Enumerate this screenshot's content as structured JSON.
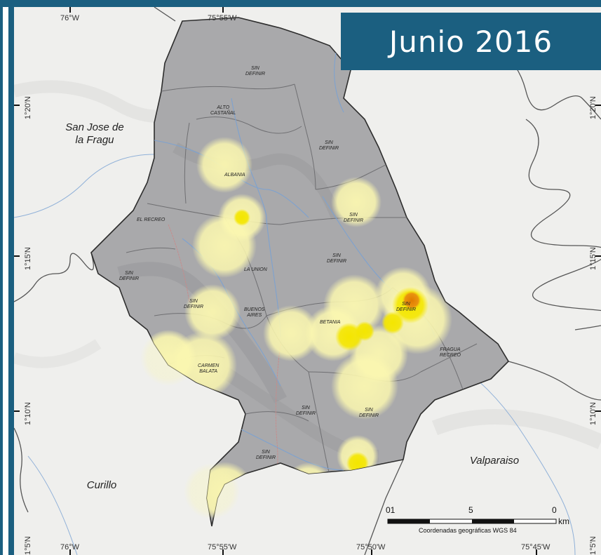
{
  "title": "Junio 2016",
  "top_coords": [
    "76°W",
    "75°55'W"
  ],
  "bottom_coords": [
    "76°W",
    "75°55'W",
    "75°50'W",
    "75°45'W"
  ],
  "left_coords": [
    "1°20'N",
    "1°15'N",
    "1°10'N",
    "1°5'N"
  ],
  "right_coords": [
    "1°20'N",
    "1°15'N",
    "1°10'N",
    "1°5'N"
  ],
  "towns": {
    "san_jose": "San Jose de\nla Fragu",
    "curillo": "Curillo",
    "valparaiso": "Valparaiso"
  },
  "veredas": [
    "SIN\nDEFINIR",
    "ALTO\nCASTAÑAL",
    "SIN\nDEFINIR",
    "ALBANIA",
    "SIN\nDEFINIR",
    "EL RECREO",
    "SIN\nDEFINIR",
    "LA UNION",
    "SIN\nDEFINIR",
    "SIN\nDEFINIR",
    "BUENOS\nAIRES",
    "SIN\nDEFINIR",
    "BETANIA",
    "FRAGUA\nRECREO",
    "CARMEN\nBALATA",
    "SIN\nDEFINIR",
    "SIN\nDEFINIR",
    "SIN\nDEFINIR"
  ],
  "scale": {
    "labels": [
      "01",
      "5",
      "0"
    ],
    "unit": "km"
  },
  "credit": "Coordenadas geográficas  WGS 84",
  "colors": {
    "frame": "#1b5f80",
    "municipality": "#a9a9ab",
    "heat_low": "#fbf7b0",
    "heat_mid": "#f4e600",
    "heat_high": "#e07a00",
    "rivers": "#7ea2cf",
    "roads": "#c98a8a"
  }
}
